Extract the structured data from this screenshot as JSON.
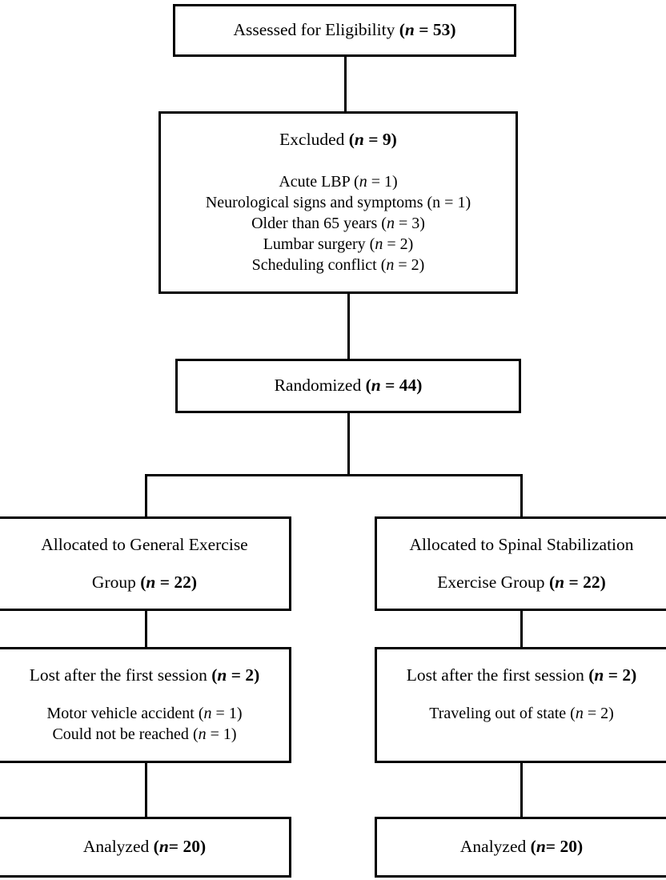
{
  "diagram": {
    "type": "consort-flow-diagram",
    "title": "CONSORT participant flow",
    "line_color": "#000000",
    "box_fill": "#ffffff",
    "text_color": "#000000"
  },
  "nodes": {
    "assessed": {
      "label": "Assessed for Eligibility",
      "n_symbol": "n",
      "equals": " = ",
      "count": "53",
      "open_paren": "(",
      "close_paren": ")"
    },
    "excluded": {
      "label": "Excluded",
      "n_symbol": "n",
      "equals": " = ",
      "count": "9",
      "open_paren": "(",
      "close_paren": ")",
      "reasons": [
        {
          "label": "Acute LBP",
          "n_symbol": "n",
          "italic_n": true,
          "equals": " = ",
          "count": "1"
        },
        {
          "label": "Neurological signs and symptoms",
          "n_symbol": "n",
          "italic_n": false,
          "equals": " = ",
          "count": "1"
        },
        {
          "label": "Older than 65 years",
          "n_symbol": "n",
          "italic_n": true,
          "equals": " = ",
          "count": "3"
        },
        {
          "label": "Lumbar surgery",
          "n_symbol": "n",
          "italic_n": true,
          "equals": " = ",
          "count": "2"
        },
        {
          "label": "Scheduling conflict",
          "n_symbol": "n",
          "italic_n": true,
          "equals": " = ",
          "count": "2"
        }
      ]
    },
    "randomized": {
      "label": "Randomized",
      "n_symbol": "n",
      "equals": " = ",
      "count": "44",
      "open_paren": "(",
      "close_paren": ")"
    },
    "allocated_left": {
      "line1": "Allocated to General Exercise",
      "line2": "Group",
      "n_symbol": "n",
      "equals": " = ",
      "count": "22",
      "open_paren": "(",
      "close_paren": ")"
    },
    "allocated_right": {
      "line1": "Allocated to Spinal Stabilization",
      "line2": "Exercise Group",
      "n_symbol": "n",
      "equals": " = ",
      "count": "22",
      "open_paren": "(",
      "close_paren": ")"
    },
    "lost_left": {
      "label": "Lost after the first session",
      "n_symbol": "n",
      "equals": " = ",
      "count": "2",
      "open_paren": "(",
      "close_paren": ")",
      "reasons": [
        {
          "label": "Motor vehicle accident",
          "n_symbol": "n",
          "equals": " = ",
          "count": "1"
        },
        {
          "label": "Could not be reached",
          "n_symbol": "n",
          "equals": " = ",
          "count": "1"
        }
      ]
    },
    "lost_right": {
      "label": "Lost after the first session",
      "n_symbol": "n",
      "equals": " = ",
      "count": "2",
      "open_paren": "(",
      "close_paren": ")",
      "reasons": [
        {
          "label": "Traveling out of state",
          "n_symbol": "n",
          "equals": " = ",
          "count": "2"
        }
      ]
    },
    "analyzed_left": {
      "label": "Analyzed",
      "n_symbol": "n",
      "equals": "= ",
      "count": "20",
      "open_paren": "(",
      "close_paren": ")"
    },
    "analyzed_right": {
      "label": "Analyzed",
      "n_symbol": "n",
      "equals": "= ",
      "count": "20",
      "open_paren": "(",
      "close_paren": ")"
    }
  },
  "chart_data": {
    "type": "diagram",
    "flow": [
      {
        "stage": "Assessed for Eligibility",
        "n": 53
      },
      {
        "stage": "Excluded",
        "n": 9,
        "breakdown": [
          {
            "reason": "Acute LBP",
            "n": 1
          },
          {
            "reason": "Neurological signs and symptoms",
            "n": 1
          },
          {
            "reason": "Older than 65 years",
            "n": 3
          },
          {
            "reason": "Lumbar surgery",
            "n": 2
          },
          {
            "reason": "Scheduling conflict",
            "n": 2
          }
        ]
      },
      {
        "stage": "Randomized",
        "n": 44
      },
      {
        "stage": "Allocated to General Exercise Group",
        "arm": "left",
        "n": 22
      },
      {
        "stage": "Allocated to Spinal Stabilization Exercise Group",
        "arm": "right",
        "n": 22
      },
      {
        "stage": "Lost after the first session",
        "arm": "left",
        "n": 2,
        "breakdown": [
          {
            "reason": "Motor vehicle accident",
            "n": 1
          },
          {
            "reason": "Could not be reached",
            "n": 1
          }
        ]
      },
      {
        "stage": "Lost after the first session",
        "arm": "right",
        "n": 2,
        "breakdown": [
          {
            "reason": "Traveling out of state",
            "n": 2
          }
        ]
      },
      {
        "stage": "Analyzed",
        "arm": "left",
        "n": 20
      },
      {
        "stage": "Analyzed",
        "arm": "right",
        "n": 20
      }
    ]
  }
}
